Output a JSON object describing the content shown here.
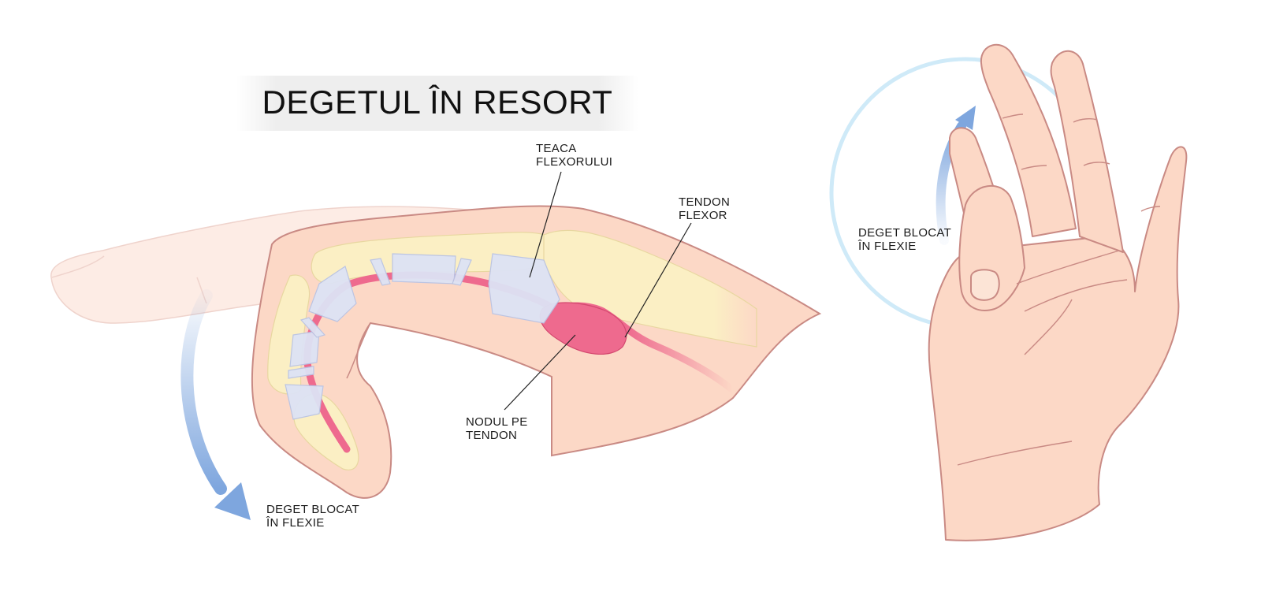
{
  "title": "DEGETUL ÎN RESORT",
  "labels": {
    "sheath": {
      "line1": "TEACA",
      "line2": "FLEXORULUI"
    },
    "tendon": {
      "line1": "TENDON",
      "line2": "FLEXOR"
    },
    "nodule": {
      "line1": "NODUL PE",
      "line2": "TENDON"
    },
    "locked_finger": {
      "line1": "DEGET BLOCAT",
      "line2": "ÎN FLEXIE"
    },
    "locked_hand": {
      "line1": "DEGET BLOCAT",
      "line2": "ÎN FLEXIE"
    }
  },
  "colors": {
    "skin": "#fcd8c6",
    "skin_outline": "#c98a84",
    "bone": "#fbefc4",
    "tendon": "#ee6a8e",
    "sheath": "#dde3f5",
    "arrow": "#7ea6de",
    "circle": "#cfeaf8"
  }
}
